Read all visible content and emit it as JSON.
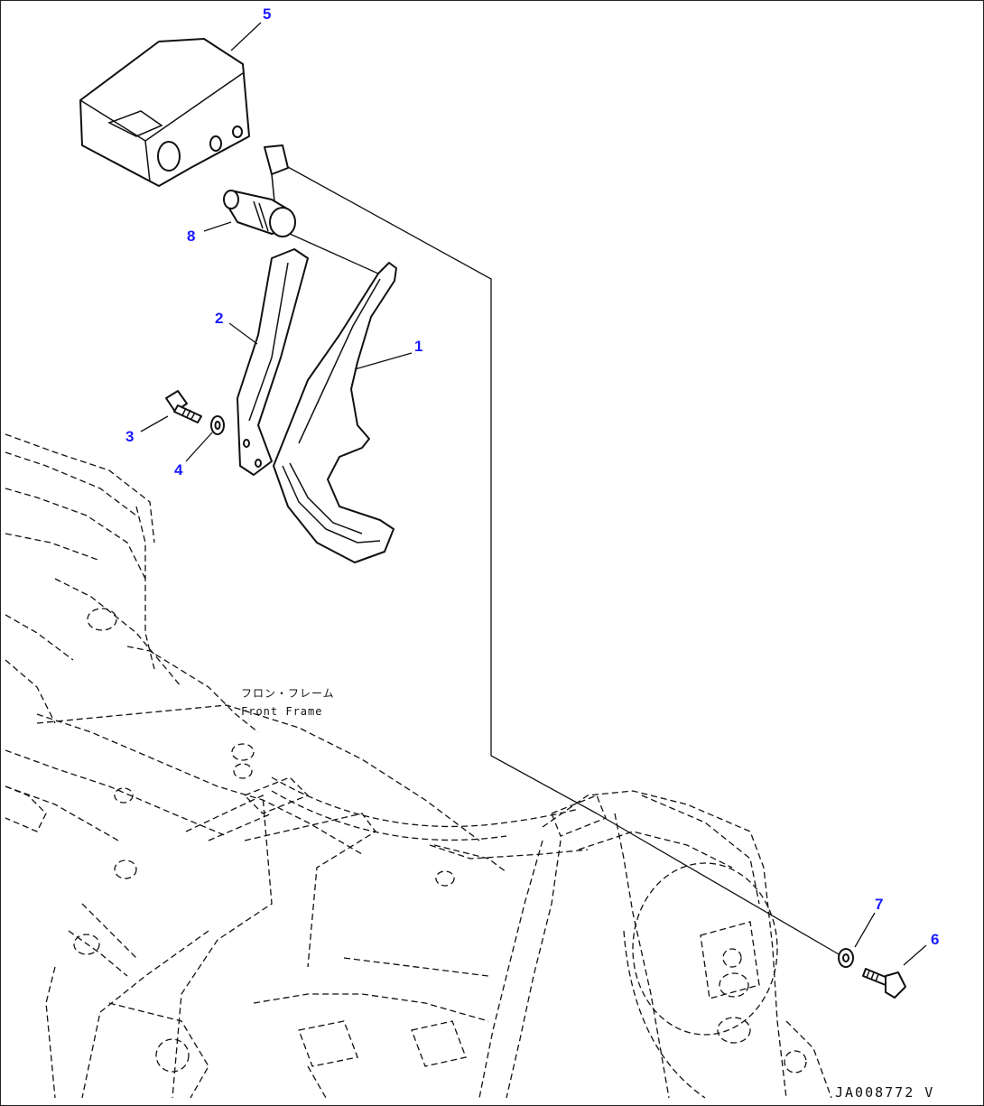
{
  "callouts": [
    {
      "id": "c1",
      "label": "1",
      "part": "lever"
    },
    {
      "id": "c2",
      "label": "2",
      "part": "bracket"
    },
    {
      "id": "c3",
      "label": "3",
      "part": "bolt"
    },
    {
      "id": "c4",
      "label": "4",
      "part": "washer"
    },
    {
      "id": "c5",
      "label": "5",
      "part": "cover"
    },
    {
      "id": "c6",
      "label": "6",
      "part": "bolt"
    },
    {
      "id": "c7",
      "label": "7",
      "part": "washer"
    },
    {
      "id": "c8",
      "label": "8",
      "part": "switch"
    }
  ],
  "frame_label": {
    "jp": "フロン・フレーム",
    "en": "Front Frame"
  },
  "drawing_number": "JA008772 V",
  "colors": {
    "callout": "#1a1aff",
    "line": "#111111",
    "background": "#ffffff"
  }
}
